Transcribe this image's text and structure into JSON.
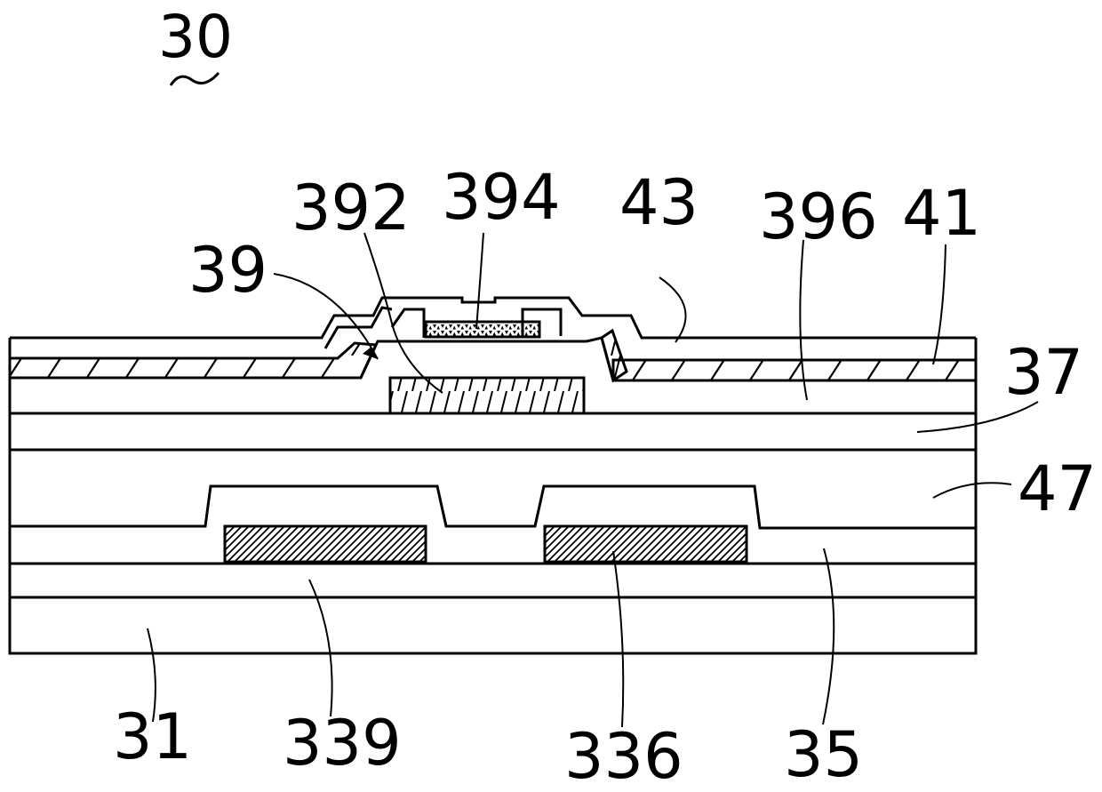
{
  "figure": {
    "ref_numeral": "30",
    "ref_mark": "~",
    "labels": {
      "l392": "392",
      "l394": "394",
      "l43": "43",
      "l396": "396",
      "l41": "41",
      "l39": "39",
      "l37": "37",
      "l47": "47",
      "l31": "31",
      "l339": "339",
      "l336": "336",
      "l35": "35"
    }
  }
}
